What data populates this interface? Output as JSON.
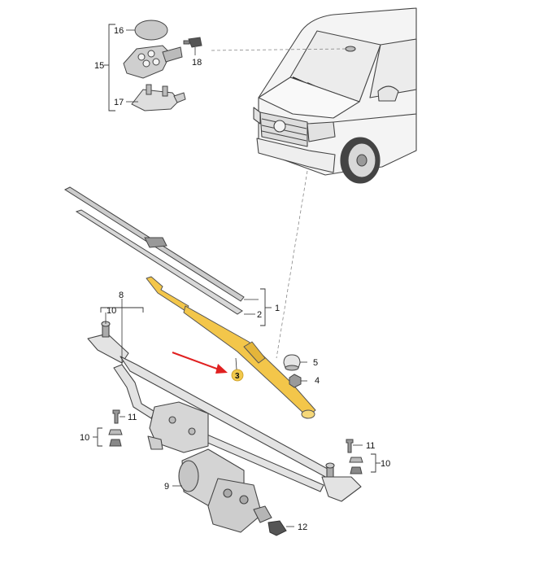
{
  "colors": {
    "highlight_part": "#f3c64a",
    "highlight_marker": "#f2c94c",
    "arrow": "#e02020",
    "line": "#333333",
    "leader": "#888888"
  },
  "callouts": {
    "c1": "1",
    "c2": "2",
    "c3": "3",
    "c4": "4",
    "c5": "5",
    "c8": "8",
    "c9": "9",
    "c10_top": "10",
    "c10_left": "10",
    "c10_right": "10",
    "c11_left": "11",
    "c11_right": "11",
    "c12": "12",
    "c15": "15",
    "c16": "16",
    "c17": "17",
    "c18": "18"
  },
  "highlighted_part": "3"
}
